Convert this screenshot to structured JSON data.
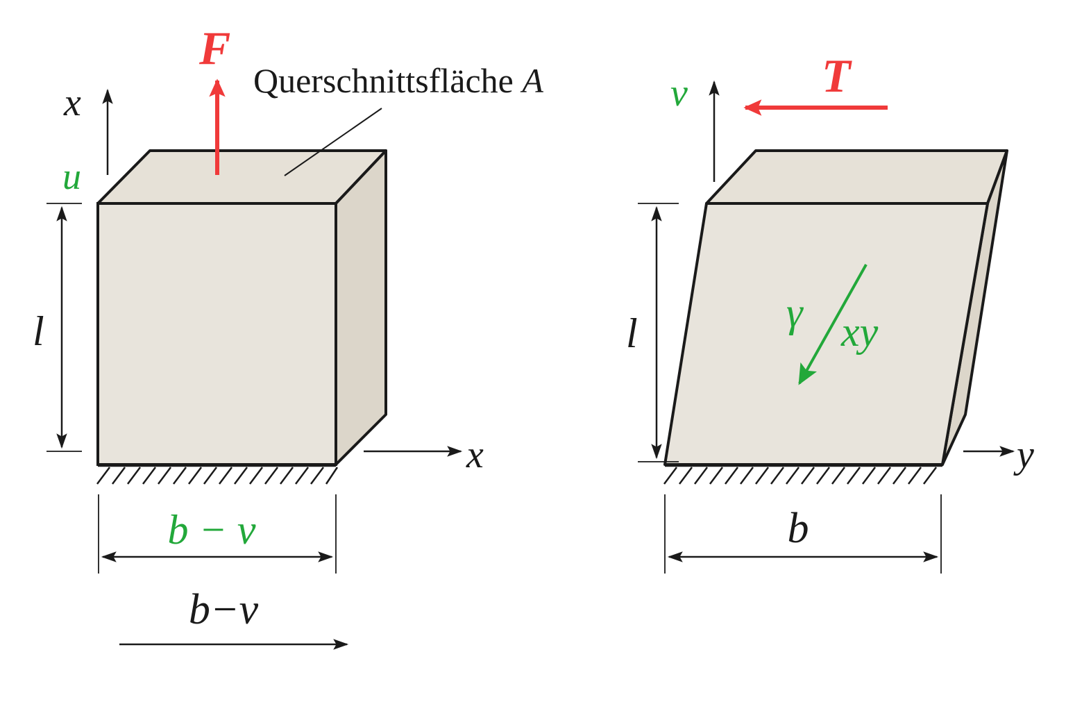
{
  "colors": {
    "face_front": "#e8e4dc",
    "face_top": "#e6e1d7",
    "face_side": "#dcd6ca",
    "outline": "#1a1a1a",
    "force_red": "#f03a3a",
    "green": "#22a83a"
  },
  "left_figure": {
    "force_label": "F",
    "caption": "Querschnittsfläche",
    "caption_symbol": "A",
    "axis_up_label": "x",
    "axis_right_label": "x",
    "displacement_label": "u",
    "height_label": "l",
    "width_label": "b − v",
    "bottom_arrow_label": "b−v"
  },
  "right_figure": {
    "force_label": "T",
    "axis_up_label": "v",
    "axis_right_label": "y",
    "height_label": "l",
    "width_label": "b",
    "shear_symbol": "γ",
    "shear_subscript": "xy"
  }
}
